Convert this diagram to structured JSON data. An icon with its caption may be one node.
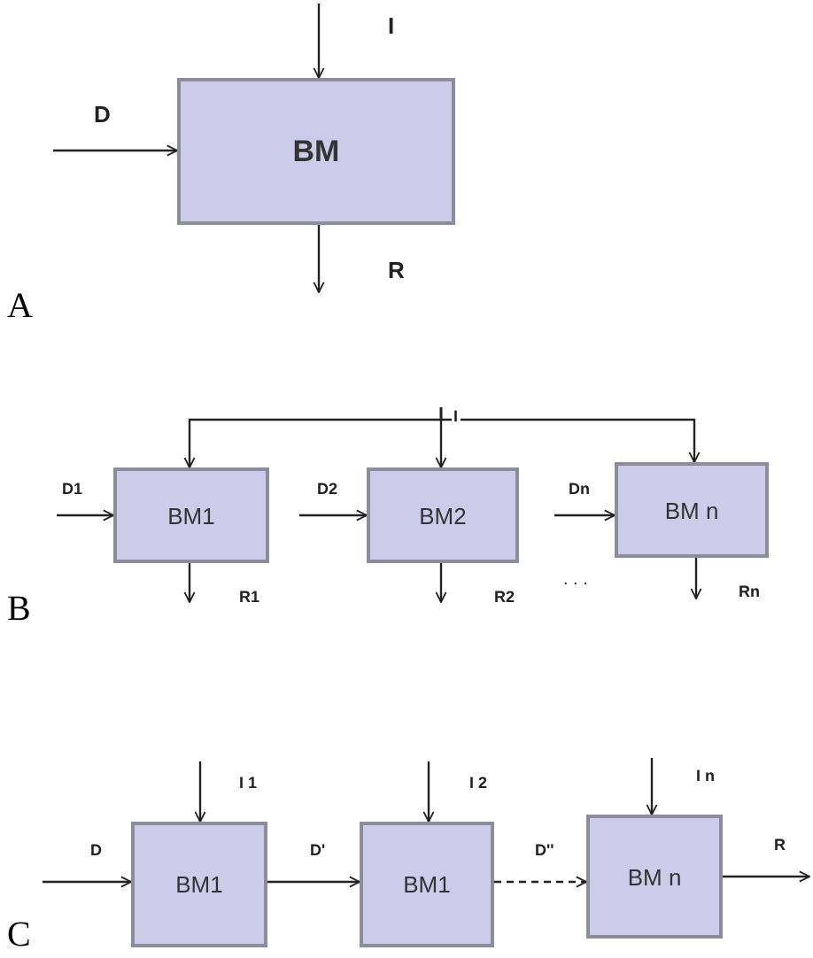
{
  "diagram": {
    "nodes": [
      {
        "text": [
          "BM"
        ]
      },
      {
        "text": [
          "BM1"
        ]
      },
      {
        "text": [
          "BM2"
        ]
      },
      {
        "text": [
          "BM n"
        ]
      },
      {
        "text": [
          "BM1"
        ]
      },
      {
        "text": [
          "BM1"
        ]
      },
      {
        "text": [
          "BM n"
        ]
      }
    ],
    "edges": [
      {
        "from": null,
        "to": 0,
        "arrow": "to",
        "label": "I"
      },
      {
        "from": null,
        "to": 0,
        "arrow": "to",
        "label": "D"
      },
      {
        "from": 0,
        "to": null,
        "arrow": "to",
        "label": "R"
      },
      {
        "from": null,
        "to": 1,
        "arrow": "to"
      },
      {
        "from": null,
        "to": 2,
        "arrow": "to",
        "label": "I"
      },
      {
        "from": null,
        "to": 3,
        "arrow": "to"
      },
      {
        "from": null,
        "to": 1,
        "arrow": "to",
        "label": "D1"
      },
      {
        "from": null,
        "to": 2,
        "arrow": "to",
        "label": "D2"
      },
      {
        "from": null,
        "to": 3,
        "arrow": "to",
        "label": "Dn"
      },
      {
        "from": 1,
        "to": null,
        "arrow": "to",
        "label": "R1"
      },
      {
        "from": 2,
        "to": null,
        "arrow": "to",
        "label": "R2"
      },
      {
        "from": 3,
        "to": null,
        "arrow": "to",
        "label": "Rn"
      },
      {
        "from": null,
        "to": 4,
        "arrow": "to",
        "label": "I 1"
      },
      {
        "from": null,
        "to": 4,
        "arrow": "to",
        "label": "D"
      },
      {
        "from": 4,
        "to": 5,
        "arrow": "to",
        "label": "D'"
      },
      {
        "from": null,
        "to": 5,
        "arrow": "to",
        "label": "I 2"
      },
      {
        "from": 5,
        "to": 6,
        "arrow": "to",
        "label": "D''",
        "style": "dashed"
      },
      {
        "from": null,
        "to": 6,
        "arrow": "to",
        "label": "I n"
      },
      {
        "from": 6,
        "to": null,
        "arrow": "to",
        "label": "R"
      }
    ],
    "labels": [
      "A",
      ". . .",
      "B",
      "C"
    ]
  }
}
